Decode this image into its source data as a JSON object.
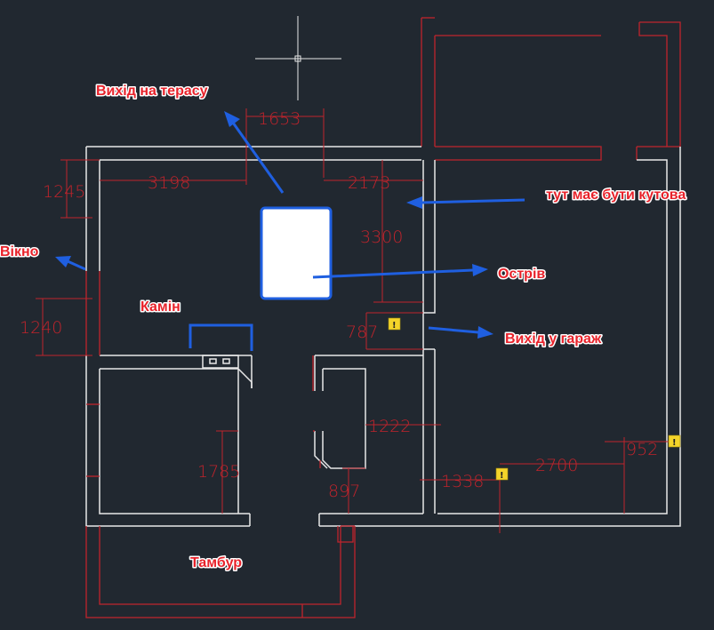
{
  "labels": {
    "terrace_exit": "Вихід на терасу",
    "corner_note": "тут має бути кутова",
    "window": "Вікно",
    "island": "Острів",
    "fireplace": "Камін",
    "garage_exit": "Вихід у гараж",
    "vestibule": "Тамбур"
  },
  "dimensions": {
    "d1653": "1653",
    "d3198": "3198",
    "d1245": "1245",
    "d2173": "2173",
    "d3300": "3300",
    "d1240": "1240",
    "d787": "787",
    "d1222": "1222",
    "d1785": "1785",
    "d897": "897",
    "d1338": "1338",
    "d2700": "2700",
    "d952": "952"
  },
  "warning_glyph": "!",
  "colors": {
    "background": "#212830",
    "walls": "#e8e8e8",
    "red": "#c0242c",
    "annotation_blue": "#1f5fe0",
    "warning_yellow": "#f4d42a"
  }
}
